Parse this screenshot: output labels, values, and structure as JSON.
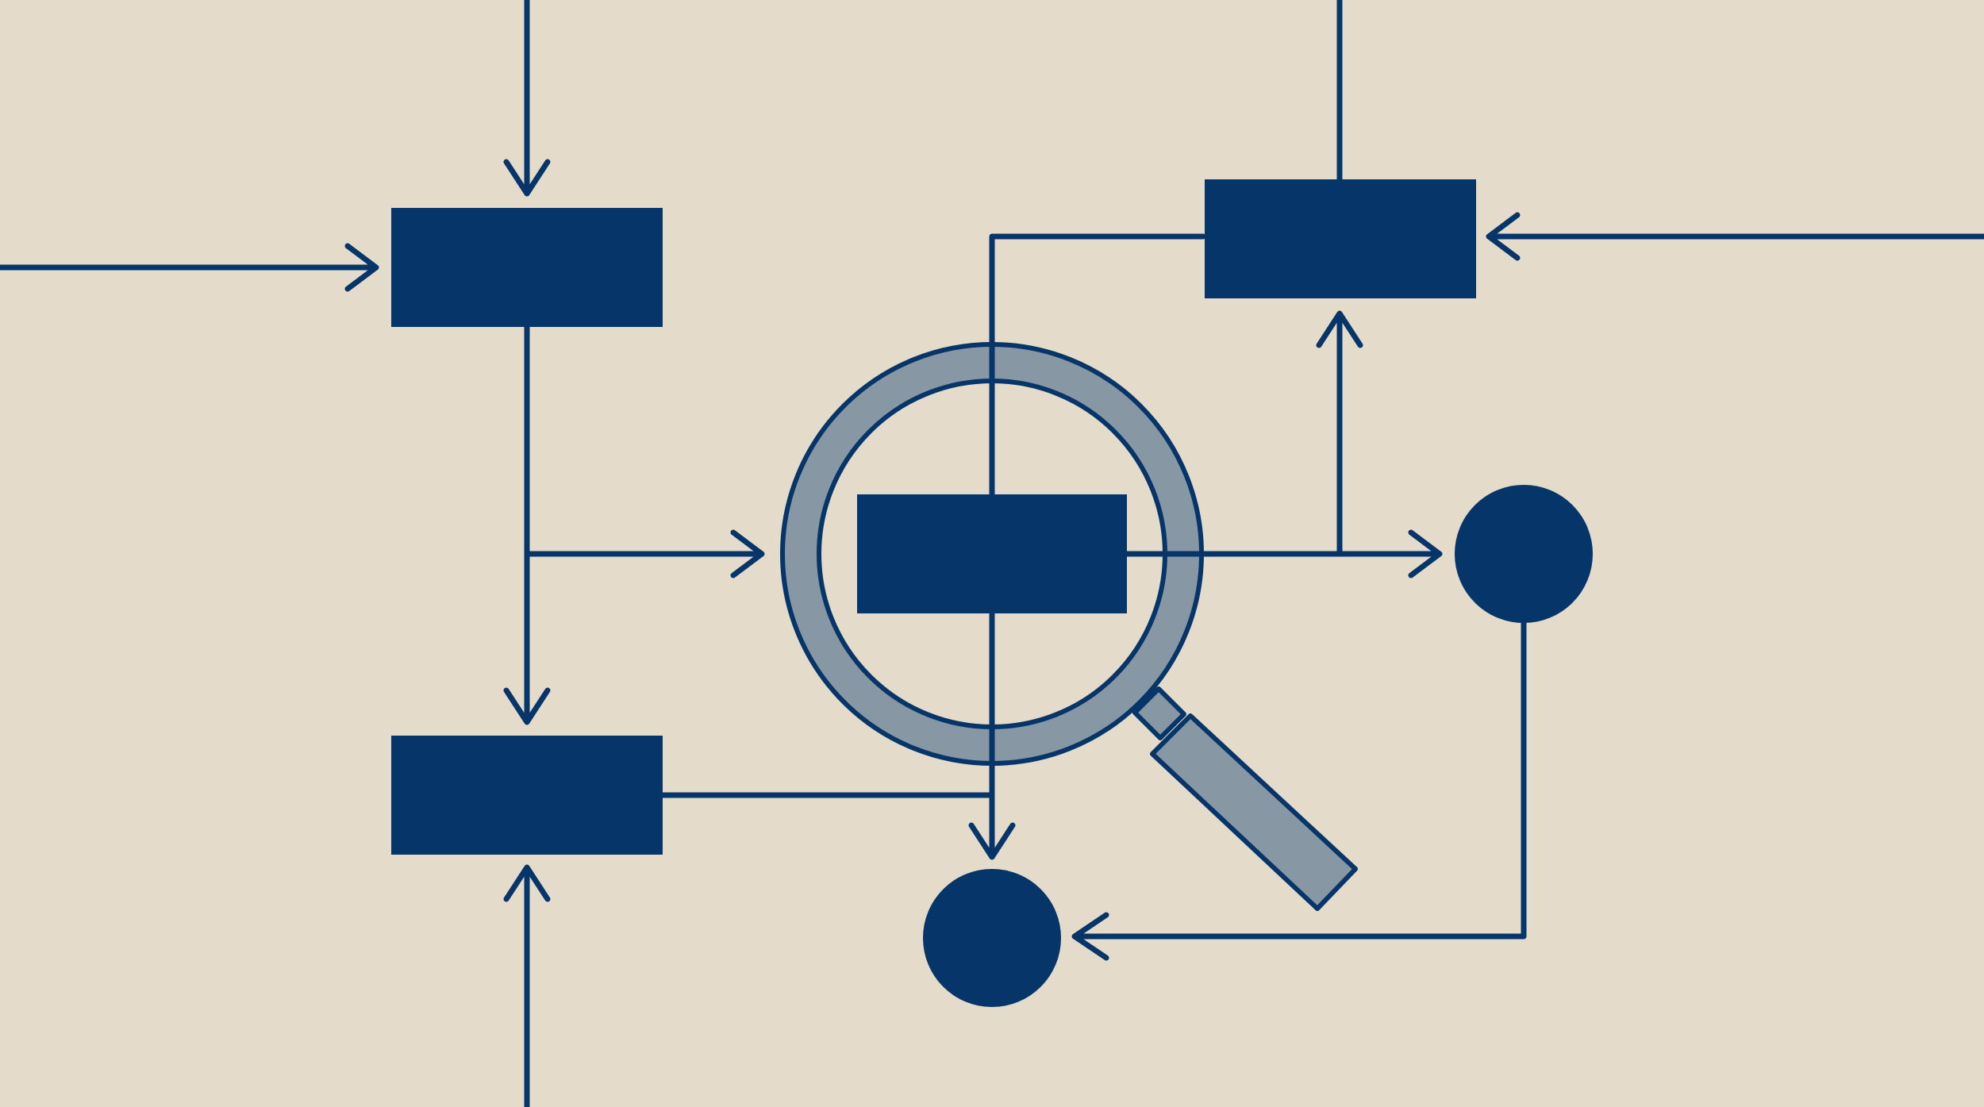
{
  "colors": {
    "background": "#e4dbca",
    "primary": "#06356a",
    "magnifier_fill": "#8797a3"
  },
  "diagram": {
    "nodes": [
      {
        "id": "box-top-left",
        "shape": "rectangle"
      },
      {
        "id": "box-bottom-left",
        "shape": "rectangle"
      },
      {
        "id": "box-center",
        "shape": "rectangle"
      },
      {
        "id": "box-top-right",
        "shape": "rectangle"
      },
      {
        "id": "circle-right",
        "shape": "circle"
      },
      {
        "id": "circle-bottom",
        "shape": "circle"
      }
    ],
    "edges": [
      {
        "from": "top",
        "to": "box-top-left"
      },
      {
        "from": "left",
        "to": "box-top-left"
      },
      {
        "from": "box-top-left",
        "to": "box-bottom-left"
      },
      {
        "from": "box-top-left",
        "to": "box-center"
      },
      {
        "from": "bottom",
        "to": "box-bottom-left"
      },
      {
        "from": "box-bottom-left",
        "to": "circle-bottom"
      },
      {
        "from": "box-top-right",
        "to": "circle-bottom"
      },
      {
        "from": "box-center",
        "to": "circle-right"
      },
      {
        "from": "box-center",
        "to": "box-top-right"
      },
      {
        "from": "right",
        "to": "box-top-right"
      },
      {
        "from": "circle-right",
        "to": "circle-bottom"
      }
    ],
    "overlay_icon": "magnifying-glass-icon"
  }
}
